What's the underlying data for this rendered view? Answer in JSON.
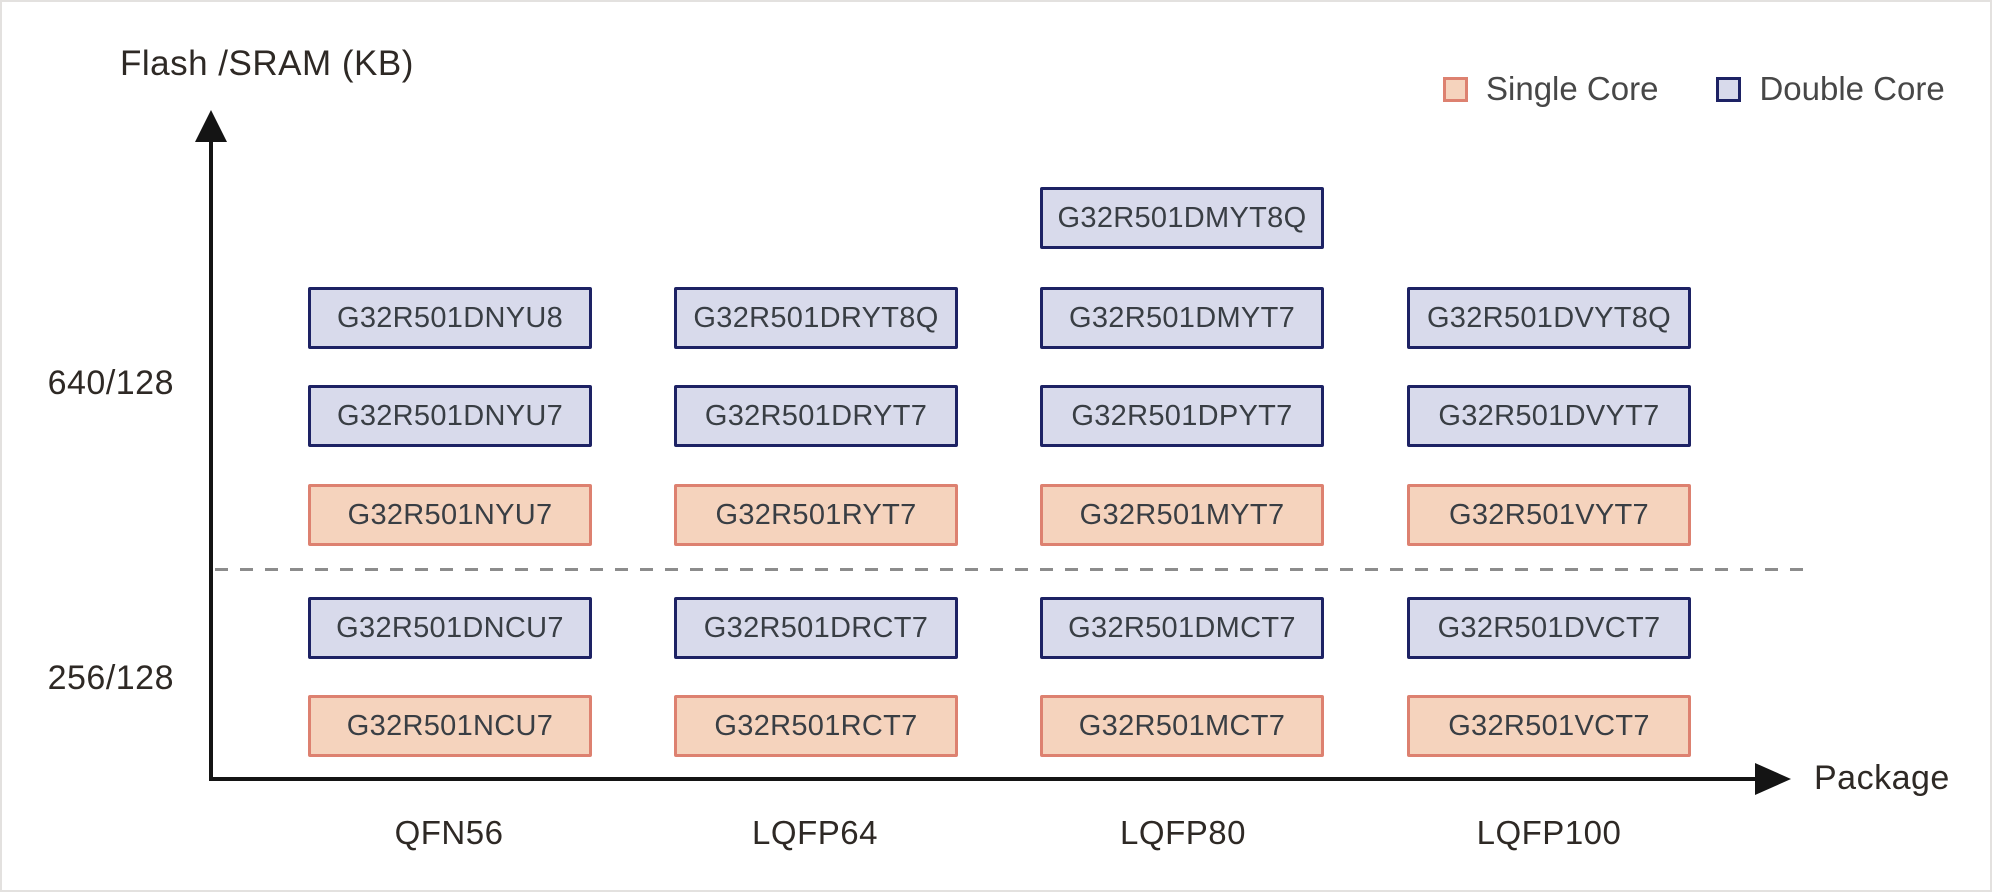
{
  "chart_data": {
    "type": "matrix",
    "title": "Flash /SRAM (KB)",
    "y_axis": {
      "label": "Flash /SRAM (KB)",
      "ticks": [
        "640/128",
        "256/128"
      ]
    },
    "x_axis": {
      "label": "Package",
      "ticks": [
        "QFN56",
        "LQFP64",
        "LQFP80",
        "LQFP100"
      ]
    },
    "legend": [
      {
        "id": "single",
        "label": "Single Core"
      },
      {
        "id": "double",
        "label": "Double Core"
      }
    ],
    "colors": {
      "single_fill": "#f5d3bd",
      "single_border": "#dd8170",
      "double_fill": "#d8daeb",
      "double_border": "#1d2264",
      "axis": "#141414",
      "dashed_divider": "#8c8c8c",
      "label_text": "#2e2925",
      "part_text": "#393e44"
    },
    "parts": [
      {
        "label": "G32R501DMYT8Q",
        "core": "double",
        "col": 2,
        "row": 0
      },
      {
        "label": "G32R501DNYU8",
        "core": "double",
        "col": 0,
        "row": 1
      },
      {
        "label": "G32R501DRYT8Q",
        "core": "double",
        "col": 1,
        "row": 1
      },
      {
        "label": "G32R501DMYT7",
        "core": "double",
        "col": 2,
        "row": 1
      },
      {
        "label": "G32R501DVYT8Q",
        "core": "double",
        "col": 3,
        "row": 1
      },
      {
        "label": "G32R501DNYU7",
        "core": "double",
        "col": 0,
        "row": 2
      },
      {
        "label": "G32R501DRYT7",
        "core": "double",
        "col": 1,
        "row": 2
      },
      {
        "label": "G32R501DPYT7",
        "core": "double",
        "col": 2,
        "row": 2
      },
      {
        "label": "G32R501DVYT7",
        "core": "double",
        "col": 3,
        "row": 2
      },
      {
        "label": "G32R501NYU7",
        "core": "single",
        "col": 0,
        "row": 3
      },
      {
        "label": "G32R501RYT7",
        "core": "single",
        "col": 1,
        "row": 3
      },
      {
        "label": "G32R501MYT7",
        "core": "single",
        "col": 2,
        "row": 3
      },
      {
        "label": "G32R501VYT7",
        "core": "single",
        "col": 3,
        "row": 3
      },
      {
        "label": "G32R501DNCU7",
        "core": "double",
        "col": 0,
        "row": 4
      },
      {
        "label": "G32R501DRCT7",
        "core": "double",
        "col": 1,
        "row": 4
      },
      {
        "label": "G32R501DMCT7",
        "core": "double",
        "col": 2,
        "row": 4
      },
      {
        "label": "G32R501DVCT7",
        "core": "double",
        "col": 3,
        "row": 4
      },
      {
        "label": "G32R501NCU7",
        "core": "single",
        "col": 0,
        "row": 5
      },
      {
        "label": "G32R501RCT7",
        "core": "single",
        "col": 1,
        "row": 5
      },
      {
        "label": "G32R501MCT7",
        "core": "single",
        "col": 2,
        "row": 5
      },
      {
        "label": "G32R501VCT7",
        "core": "single",
        "col": 3,
        "row": 5
      }
    ]
  }
}
